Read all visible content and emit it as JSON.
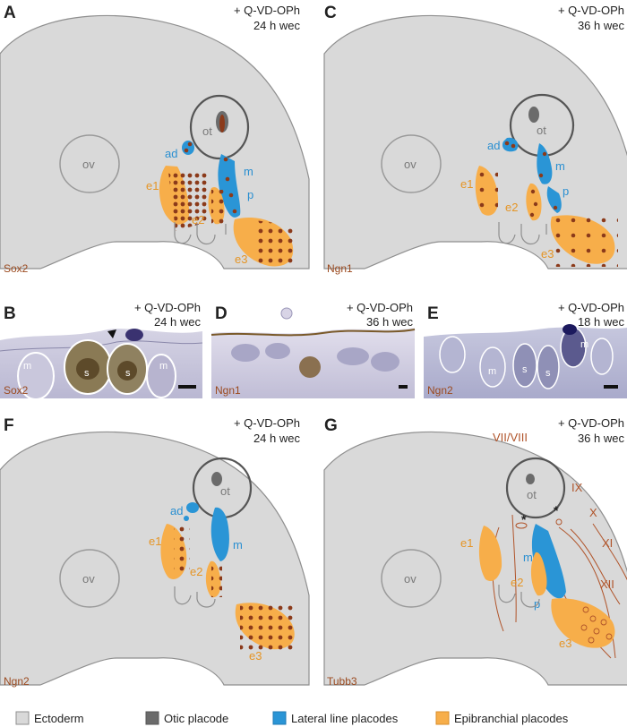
{
  "panels": {
    "A": {
      "letter": "A",
      "treatment": "+ Q-VD-OPh",
      "time": "24 h wec",
      "marker": "Sox2"
    },
    "B": {
      "letter": "B",
      "treatment": "+ Q-VD-OPh",
      "time": "24 h wec",
      "marker": "Sox2"
    },
    "C": {
      "letter": "C",
      "treatment": "+ Q-VD-OPh",
      "time": "36 h wec",
      "marker": "Ngn1"
    },
    "D": {
      "letter": "D",
      "treatment": "+ Q-VD-OPh",
      "time": "36 h wec",
      "marker": "Ngn1"
    },
    "E": {
      "letter": "E",
      "treatment": "+ Q-VD-OPh",
      "time": "18 h wec",
      "marker": "Ngn2"
    },
    "F": {
      "letter": "F",
      "treatment": "+ Q-VD-OPh",
      "time": "24 h wec",
      "marker": "Ngn2"
    },
    "G": {
      "letter": "G",
      "treatment": "+ Q-VD-OPh",
      "time": "36 h wec",
      "marker": "Tubb3"
    }
  },
  "structures": {
    "ov": "ov",
    "ot": "ot",
    "ad": "ad",
    "m": "m",
    "p": "p",
    "e1": "e1",
    "e2": "e2",
    "e3": "e3"
  },
  "cells": {
    "m": "m",
    "s": "s"
  },
  "nerves": {
    "vii_viii": "VII/VIII",
    "ix": "IX",
    "x": "X",
    "xi": "XI",
    "xii": "XII",
    "asterisk": "*"
  },
  "legend": [
    {
      "label": "Ectoderm",
      "color": "#d9d9d9"
    },
    {
      "label": "Otic placode",
      "color": "#6b6b6b"
    },
    {
      "label": "Lateral line placodes",
      "color": "#2a95d6"
    },
    {
      "label": "Epibranchial placodes",
      "color": "#f7ae4a"
    }
  ],
  "colors": {
    "ectoderm": "#d9d9d9",
    "otic": "#6b6b6b",
    "lateral": "#2a95d6",
    "epibranchial": "#f7ae4a",
    "dots": "#8b3a1a",
    "nerve": "#b0542a"
  }
}
